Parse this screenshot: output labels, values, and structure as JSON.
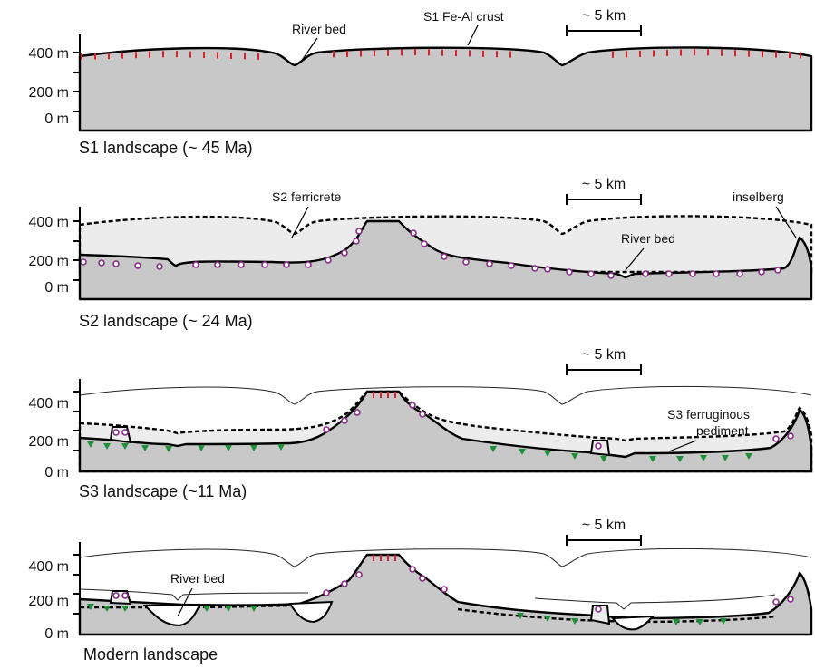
{
  "y_axis_ticks": [
    "400 m",
    "200 m",
    "0 m"
  ],
  "scale_bar_label": "~ 5 km",
  "colors": {
    "bedrock": "#c8c8c8",
    "removed_regolith": "#ececec",
    "fe_al_crust": "#d9202e",
    "ferricrete_marker": "#8a2d8a",
    "pediment_marker": "#1f8f3a"
  },
  "panels": [
    {
      "title": "S1 landscape (~ 45 Ma)",
      "annotations": {
        "river_bed": "River bed",
        "crust": "S1 Fe-Al crust"
      }
    },
    {
      "title": "S2 landscape (~ 24 Ma)",
      "annotations": {
        "ferricrete": "S2 ferricrete",
        "inselberg": "inselberg",
        "river_bed": "River bed"
      }
    },
    {
      "title": "S3 landscape (~11 Ma)",
      "annotations": {
        "pediment_line1": "S3 ferruginous",
        "pediment_line2": "pediment"
      }
    },
    {
      "title": "Modern landscape",
      "annotations": {
        "river_bed": "River bed"
      }
    }
  ]
}
